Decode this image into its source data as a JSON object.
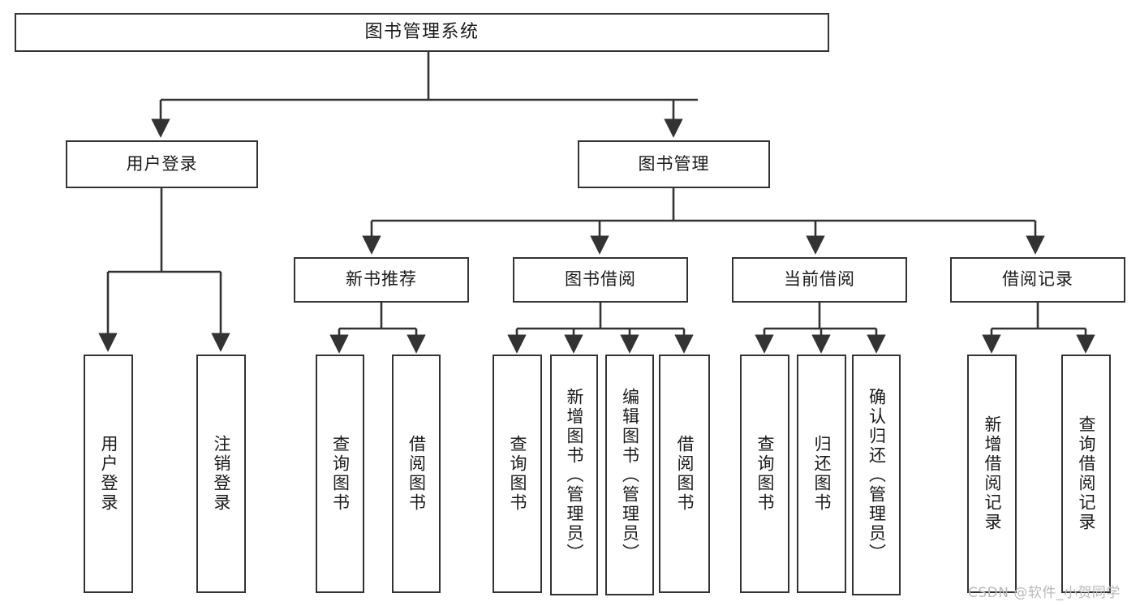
{
  "diagram": {
    "type": "tree",
    "title": "图书管理系统",
    "orientation": "top-down",
    "style": {
      "box_border": "#333333",
      "box_fill": "#ffffff",
      "line_color": "#333333",
      "text_color": "#1a1a1a",
      "background": "#ffffff"
    },
    "root": {
      "label": "图书管理系统"
    },
    "level1": [
      {
        "label": "用户登录"
      },
      {
        "label": "图书管理"
      }
    ],
    "level2": [
      {
        "label": "新书推荐"
      },
      {
        "label": "图书借阅"
      },
      {
        "label": "当前借阅"
      },
      {
        "label": "借阅记录"
      }
    ],
    "leaves": {
      "user_login": [
        {
          "label": "用户登录"
        },
        {
          "label": "注销登录"
        }
      ],
      "new_book_recommend": [
        {
          "label": "查询图书"
        },
        {
          "label": "借阅图书"
        }
      ],
      "book_borrow": [
        {
          "label": "查询图书"
        },
        {
          "label": "新增图书（管理员）"
        },
        {
          "label": "编辑图书（管理员）"
        },
        {
          "label": "借阅图书"
        }
      ],
      "current_borrow": [
        {
          "label": "查询图书"
        },
        {
          "label": "归还图书"
        },
        {
          "label": "确认归还（管理员）"
        }
      ],
      "borrow_record": [
        {
          "label": "新增借阅记录"
        },
        {
          "label": "查询借阅记录"
        }
      ]
    }
  },
  "watermark": {
    "text": "CSDN @软件_小贺同学"
  }
}
